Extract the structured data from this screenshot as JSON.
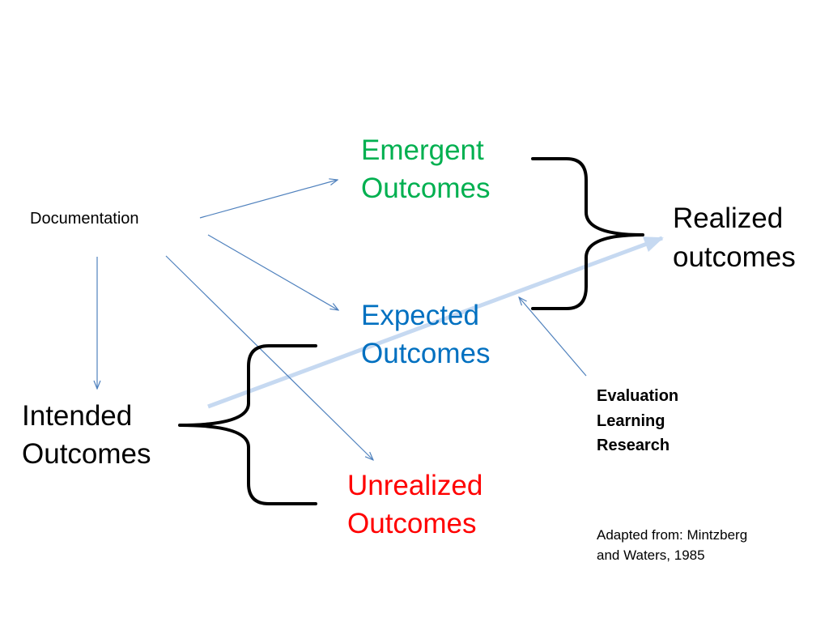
{
  "diagram": {
    "documentation": "Documentation",
    "emergent": {
      "line1": "Emergent",
      "line2": "Outcomes",
      "color": "#00b050"
    },
    "expected": {
      "line1": "Expected",
      "line2": "Outcomes",
      "color": "#0070c0"
    },
    "unrealized": {
      "line1": "Unrealized",
      "line2": "Outcomes",
      "color": "#ff0000"
    },
    "intended": {
      "line1": "Intended",
      "line2": "Outcomes"
    },
    "realized": {
      "line1": "Realized",
      "line2": "outcomes"
    },
    "evaluation": {
      "line1": "Evaluation",
      "line2": "Learning",
      "line3": "Research"
    },
    "source_note": {
      "line1": "Adapted from: Mintzberg",
      "line2": "and Waters, 1985"
    },
    "colors": {
      "connector": "#4f81bd",
      "main_arrow": "#c6d9f1",
      "brace": "#000000"
    }
  }
}
